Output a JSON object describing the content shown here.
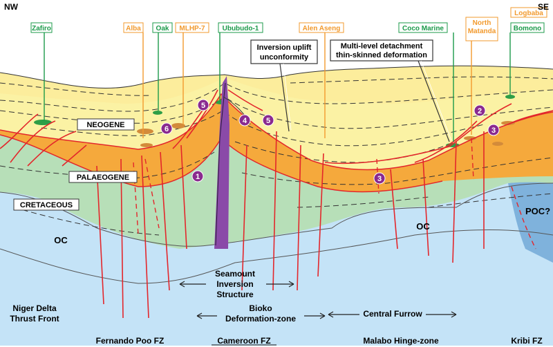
{
  "corners": {
    "left": "NW",
    "right": "SE"
  },
  "wells": [
    {
      "id": "zafiro",
      "label": "Zafiro",
      "kind": "green"
    },
    {
      "id": "alba",
      "label": "Alba",
      "kind": "orange"
    },
    {
      "id": "oak",
      "label": "Oak",
      "kind": "green"
    },
    {
      "id": "mlhp7",
      "label": "MLHP-7",
      "kind": "orange"
    },
    {
      "id": "ububudo",
      "label": "Ububudo-1",
      "kind": "green"
    },
    {
      "id": "alen",
      "label": "Alen Aseng",
      "kind": "orange"
    },
    {
      "id": "coco",
      "label": "Coco Marine",
      "kind": "green"
    },
    {
      "id": "northmatanda",
      "label": "North\nMatanda",
      "kind": "orange"
    },
    {
      "id": "logbaba",
      "label": "Logbaba",
      "kind": "orange"
    },
    {
      "id": "bomono",
      "label": "Bomono",
      "kind": "green"
    }
  ],
  "units": {
    "neogene": "NEOGENE",
    "palaeogene": "PALAEOGENE",
    "cretaceous": "CRETACEOUS",
    "oc_left": "OC",
    "oc_right": "OC",
    "poc": "POC?"
  },
  "callouts": {
    "inversion": [
      "Inversion uplift",
      "unconformity"
    ],
    "detachment": [
      "Multi-level detachment",
      "thin-skinned deformation"
    ]
  },
  "markers": [
    "1",
    "2",
    "3",
    "3",
    "4",
    "5",
    "5",
    "6"
  ],
  "zones": {
    "seamount": [
      "Seamount",
      "Inversion",
      "Structure"
    ],
    "bioko": [
      "Bioko",
      "Deformation-zone"
    ],
    "furrow": "Central Furrow",
    "niger": [
      "Niger Delta",
      "Thrust Front"
    ]
  },
  "fracture_zones": {
    "fernando": "Fernando Poo FZ",
    "cameroon": "Cameroon FZ",
    "malabo": "Malabo Hinge-zone",
    "kribi": "Kribi FZ"
  },
  "colors": {
    "neogene": "#fbf2a4",
    "palaeogene": "#f5a93c",
    "cretaceous": "#b7dfb8",
    "oc": "#c4e3f7",
    "poc": "#7fb2dc",
    "fault": "#e3262b",
    "marker": "#8a2a8f",
    "well_green": "#1b9a4a",
    "well_orange": "#f29a2e"
  }
}
